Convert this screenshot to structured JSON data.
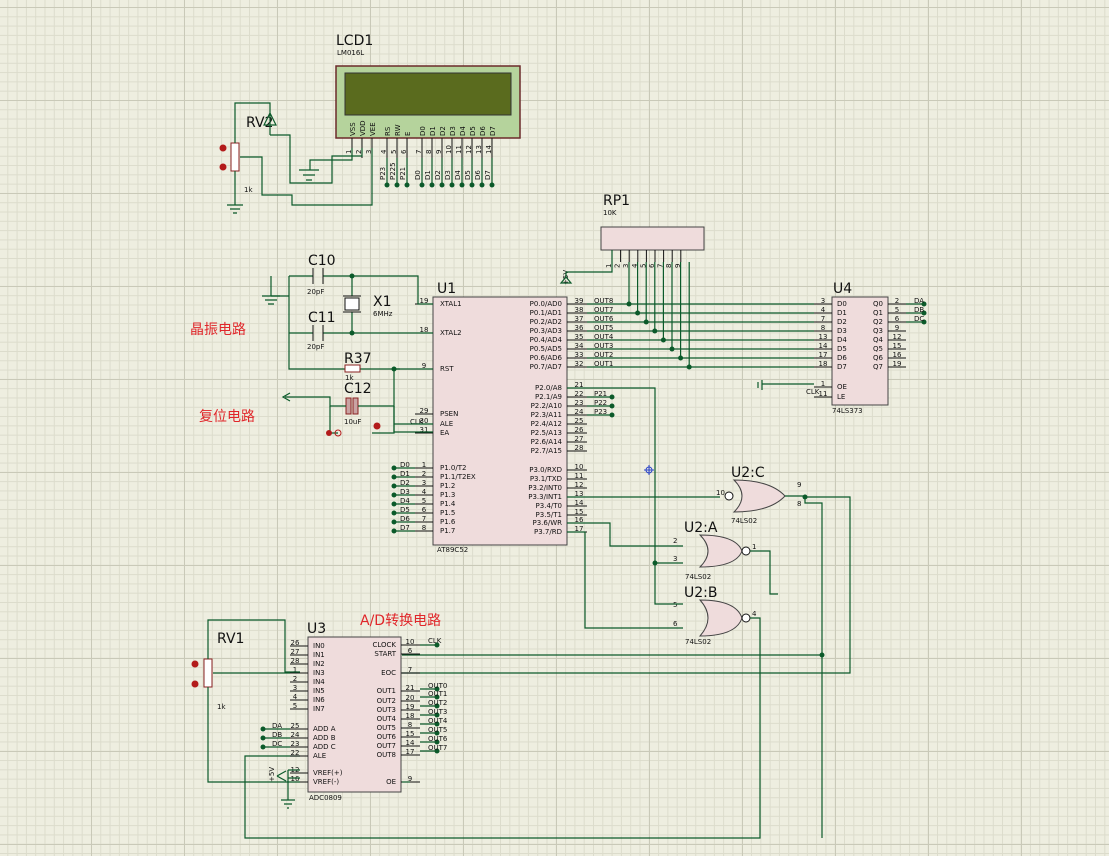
{
  "colors": {
    "wire": "#0b5a2a",
    "body": "#efdcdc",
    "label_red": "#e0262a",
    "lcd_screen": "#5a6b1e",
    "lcd_frame": "#b5d39c"
  },
  "labels": {
    "lcd1": "LCD1",
    "lcd1_part": "LM016L",
    "rv2": "RV2",
    "rv2_val": "1k",
    "rp1": "RP1",
    "rp1_val": "10K",
    "c10": "C10",
    "c10_val": "20pF",
    "c11": "C11",
    "c11_val": "20pF",
    "x1": "X1",
    "x1_val": "6MHz",
    "r37": "R37",
    "r37_val": "1k",
    "c12": "C12",
    "c12_val": "10uF",
    "u1": "U1",
    "u1_part": "AT89C52",
    "u4": "U4",
    "u4_part": "74LS373",
    "u2c": "U2:C",
    "u2a": "U2:A",
    "u2b": "U2:B",
    "u2_part": "74LS02",
    "u3": "U3",
    "u3_part": "ADC0809",
    "rv1": "RV1",
    "rv1_val": "1k",
    "crystal_circuit": "晶振电路",
    "reset_circuit": "复位电路",
    "ad_circuit": "A/D转换电路",
    "plus5v": "+5V",
    "clk": "CLK"
  },
  "lcd_pins": [
    "VSS",
    "VDD",
    "VEE",
    "RS",
    "RW",
    "E",
    "D0",
    "D1",
    "D2",
    "D3",
    "D4",
    "D5",
    "D6",
    "D7"
  ],
  "lcd_pin_nums": [
    "1",
    "2",
    "3",
    "4",
    "5",
    "6",
    "7",
    "8",
    "9",
    "10",
    "11",
    "12",
    "13",
    "14"
  ],
  "lcd_nets": [
    "P23",
    "P225",
    "P21",
    "D0",
    "D1",
    "D2",
    "D3",
    "D4",
    "D5",
    "D6",
    "D7"
  ],
  "u1_left_pins": [
    [
      "19",
      "XTAL1"
    ],
    [
      "18",
      "XTAL2"
    ],
    [
      "9",
      "RST"
    ],
    [
      "29",
      "PSEN"
    ],
    [
      "30",
      "ALE"
    ],
    [
      "31",
      "EA"
    ],
    [
      "1",
      "P1.0/T2"
    ],
    [
      "2",
      "P1.1/T2EX"
    ],
    [
      "3",
      "P1.2"
    ],
    [
      "4",
      "P1.3"
    ],
    [
      "5",
      "P1.4"
    ],
    [
      "6",
      "P1.5"
    ],
    [
      "7",
      "P1.6"
    ],
    [
      "8",
      "P1.7"
    ]
  ],
  "u1_right_pins": [
    [
      "39",
      "P0.0/AD0"
    ],
    [
      "38",
      "P0.1/AD1"
    ],
    [
      "37",
      "P0.2/AD2"
    ],
    [
      "36",
      "P0.3/AD3"
    ],
    [
      "35",
      "P0.4/AD4"
    ],
    [
      "34",
      "P0.5/AD5"
    ],
    [
      "33",
      "P0.6/AD6"
    ],
    [
      "32",
      "P0.7/AD7"
    ],
    [
      "21",
      "P2.0/A8"
    ],
    [
      "22",
      "P2.1/A9"
    ],
    [
      "23",
      "P2.2/A10"
    ],
    [
      "24",
      "P2.3/A11"
    ],
    [
      "25",
      "P2.4/A12"
    ],
    [
      "26",
      "P2.5/A13"
    ],
    [
      "27",
      "P2.6/A14"
    ],
    [
      "28",
      "P2.7/A15"
    ],
    [
      "10",
      "P3.0/RXD"
    ],
    [
      "11",
      "P3.1/TXD"
    ],
    [
      "12",
      "P3.2/INT0"
    ],
    [
      "13",
      "P3.3/INT1"
    ],
    [
      "14",
      "P3.4/T0"
    ],
    [
      "15",
      "P3.5/T1"
    ],
    [
      "16",
      "P3.6/WR"
    ],
    [
      "17",
      "P3.7/RD"
    ]
  ],
  "u1_p0_nets": [
    "OUT8",
    "OUT7",
    "OUT6",
    "OUT5",
    "OUT4",
    "OUT3",
    "OUT2",
    "OUT1"
  ],
  "u1_p2_nets": [
    "P21",
    "P22",
    "P23"
  ],
  "u1_p1_nets": [
    "D0",
    "D1",
    "D2",
    "D3",
    "D4",
    "D5",
    "D6",
    "D7"
  ],
  "u4_left": [
    [
      "3",
      "D0"
    ],
    [
      "4",
      "D1"
    ],
    [
      "7",
      "D2"
    ],
    [
      "8",
      "D3"
    ],
    [
      "13",
      "D4"
    ],
    [
      "14",
      "D5"
    ],
    [
      "17",
      "D6"
    ],
    [
      "18",
      "D7"
    ],
    [
      "1",
      "OE"
    ],
    [
      "11",
      "LE"
    ]
  ],
  "u4_right": [
    [
      "2",
      "Q0"
    ],
    [
      "5",
      "Q1"
    ],
    [
      "6",
      "Q2"
    ],
    [
      "9",
      "Q3"
    ],
    [
      "12",
      "Q4"
    ],
    [
      "15",
      "Q5"
    ],
    [
      "16",
      "Q6"
    ],
    [
      "19",
      "Q7"
    ]
  ],
  "u4_out_nets": [
    "DA",
    "DB",
    "DC"
  ],
  "rp1_pins": [
    "1",
    "2",
    "3",
    "4",
    "5",
    "6",
    "7",
    "8",
    "9"
  ],
  "u3_left": [
    [
      "26",
      "IN0"
    ],
    [
      "27",
      "IN1"
    ],
    [
      "28",
      "IN2"
    ],
    [
      "1",
      "IN3"
    ],
    [
      "2",
      "IN4"
    ],
    [
      "3",
      "IN5"
    ],
    [
      "4",
      "IN6"
    ],
    [
      "5",
      "IN7"
    ],
    [
      "25",
      "ADD A"
    ],
    [
      "24",
      "ADD B"
    ],
    [
      "23",
      "ADD C"
    ],
    [
      "22",
      "ALE"
    ],
    [
      "12",
      "VREF(+)"
    ],
    [
      "16",
      "VREF(-)"
    ]
  ],
  "u3_right": [
    [
      "10",
      "CLOCK"
    ],
    [
      "6",
      "START"
    ],
    [
      "7",
      "EOC"
    ],
    [
      "21",
      "OUT1"
    ],
    [
      "20",
      "OUT2"
    ],
    [
      "19",
      "OUT3"
    ],
    [
      "18",
      "OUT4"
    ],
    [
      "8",
      "OUT5"
    ],
    [
      "15",
      "OUT6"
    ],
    [
      "14",
      "OUT7"
    ],
    [
      "17",
      "OUT8"
    ],
    [
      "9",
      "OE"
    ]
  ],
  "u3_addr_nets": [
    "DA",
    "DB",
    "DC"
  ],
  "u3_out_nets": [
    "OUT0",
    "OUT1",
    "OUT2",
    "OUT3",
    "OUT4",
    "OUT5",
    "OUT6",
    "OUT7"
  ],
  "gate_pins": {
    "u2c": [
      "10",
      "9",
      "8"
    ],
    "u2a": [
      "2",
      "3",
      "1"
    ],
    "u2b": [
      "5",
      "6",
      "4"
    ]
  }
}
